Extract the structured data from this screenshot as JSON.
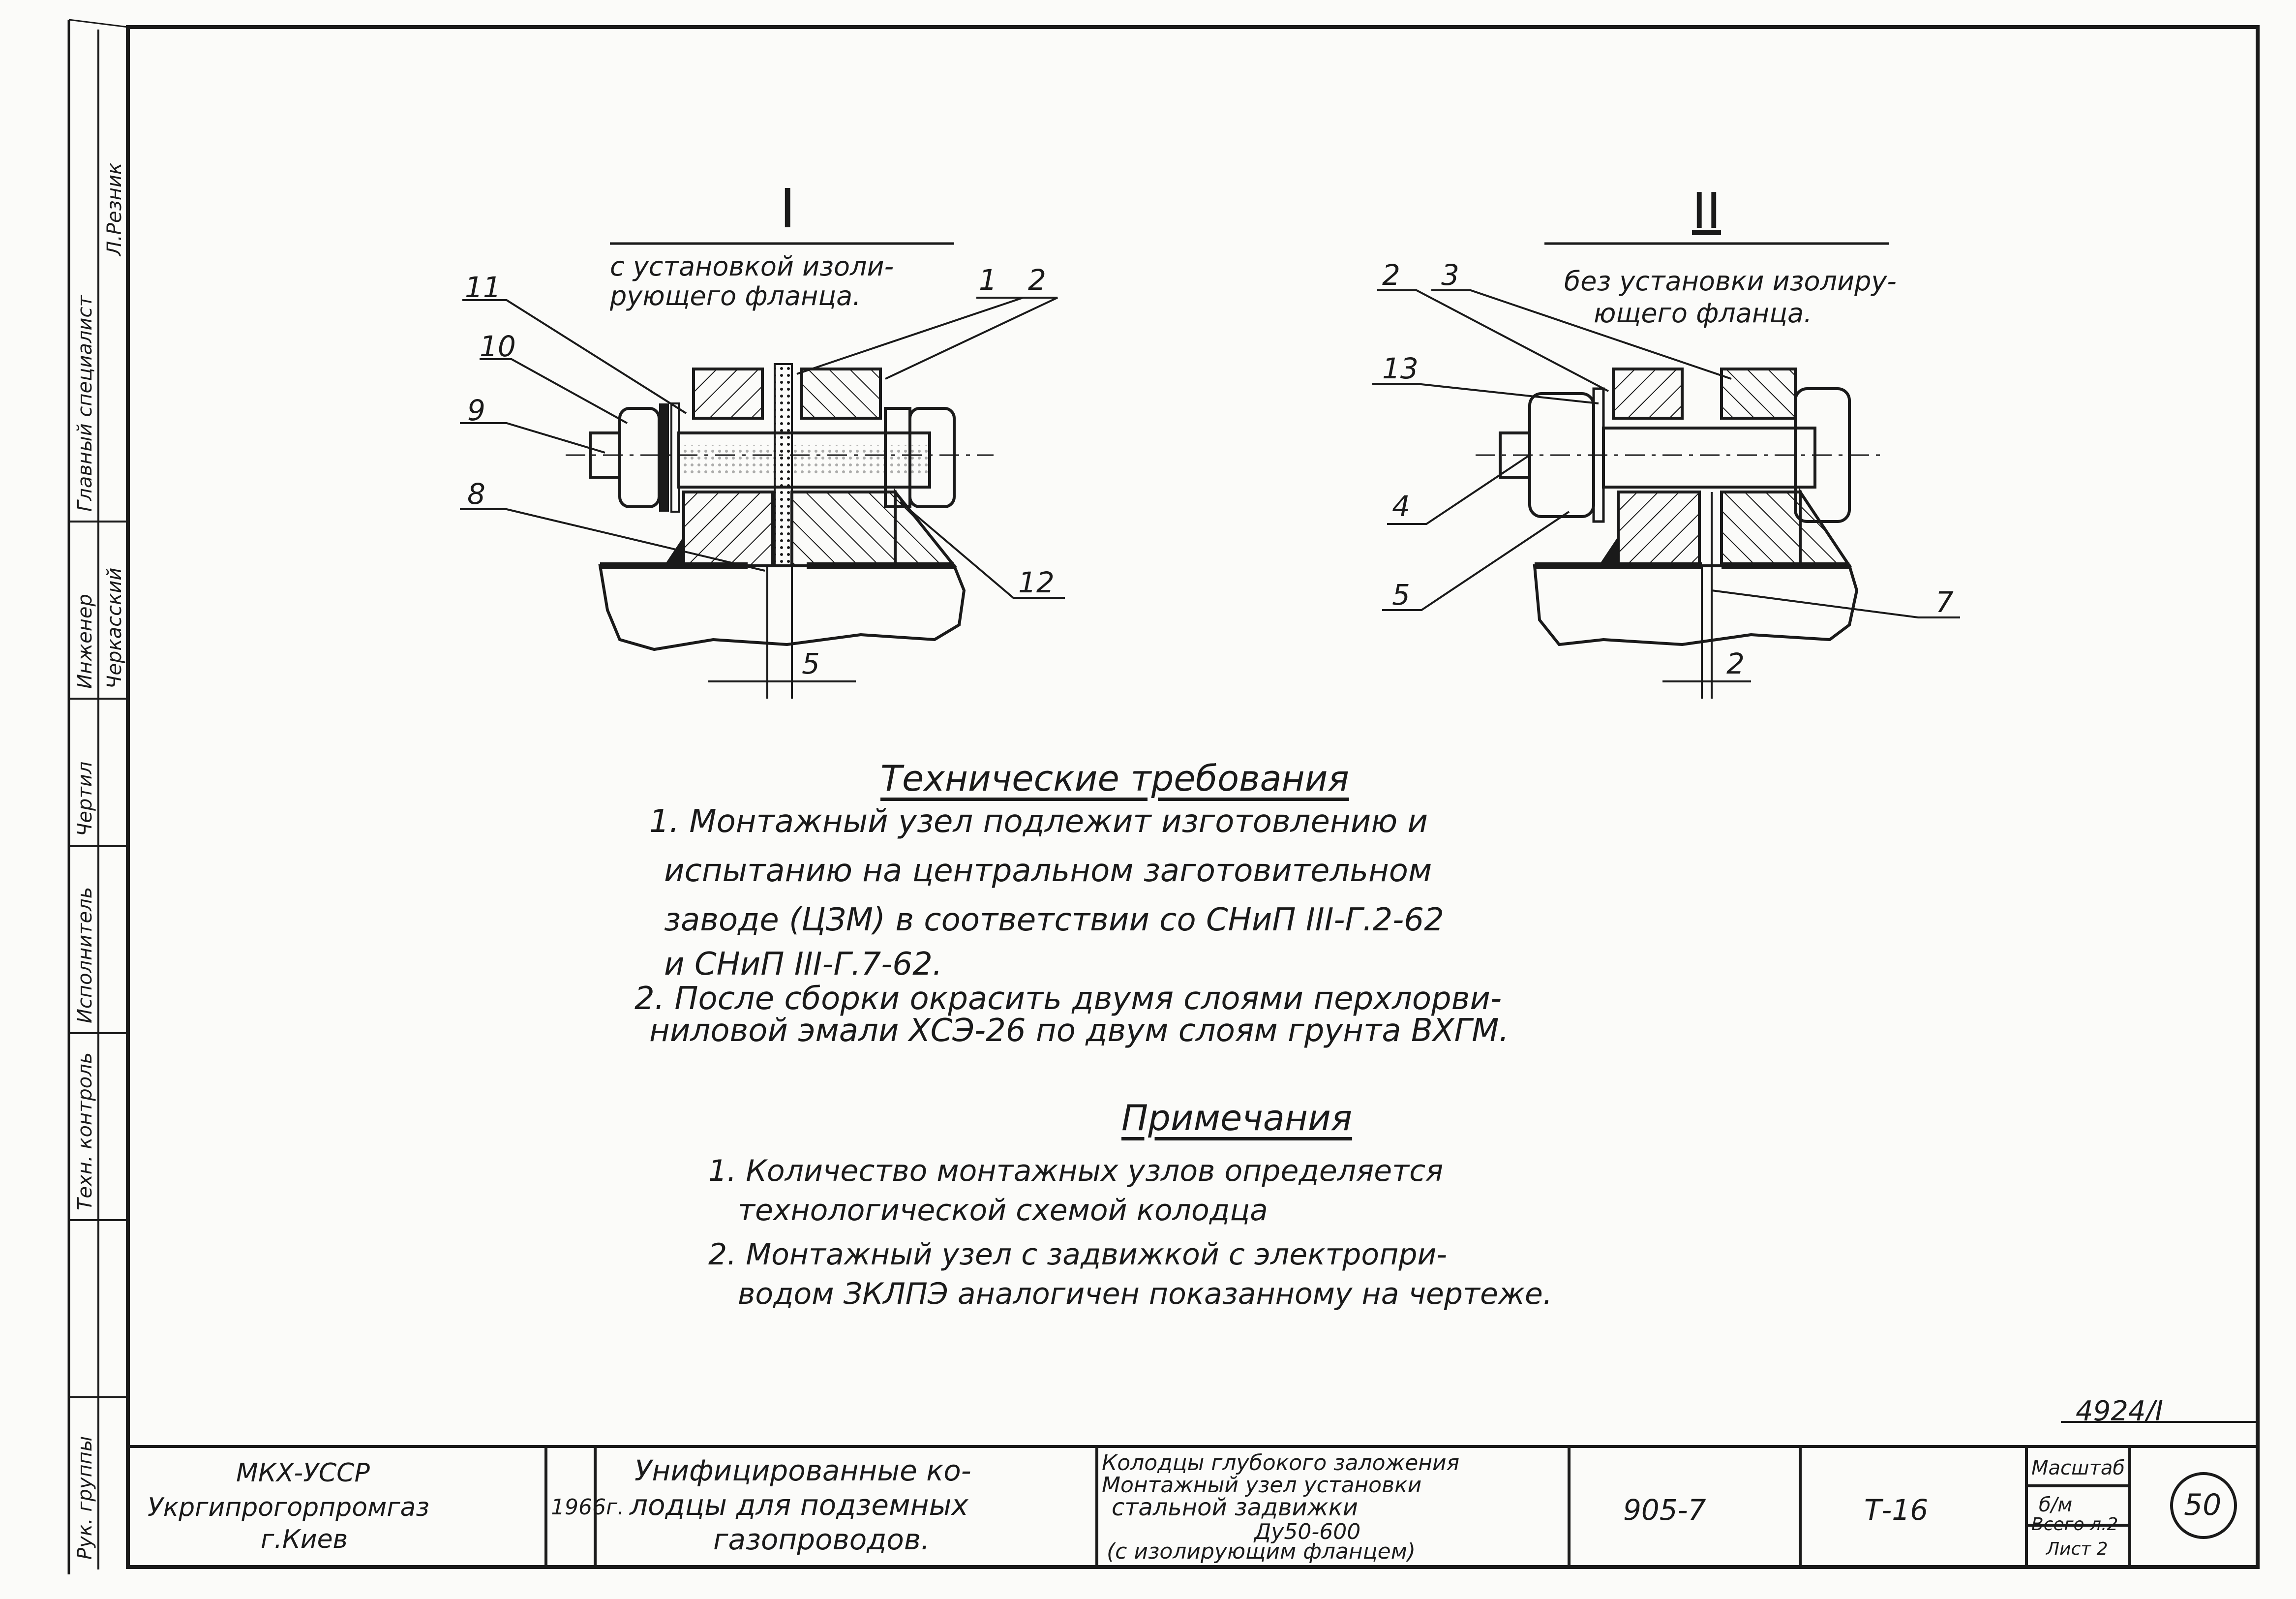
{
  "views": {
    "view1": {
      "roman": "I",
      "caption_line1": "с установкой изоли-",
      "caption_line2": "рующего фланца.",
      "leaders": [
        "11",
        "1",
        "2",
        "10",
        "9",
        "8",
        "12"
      ],
      "dim": "5"
    },
    "view2": {
      "roman": "II",
      "caption_line1": "без установки изолиру-",
      "caption_line2": "ющего фланца.",
      "leaders": [
        "2",
        "3",
        "13",
        "4",
        "5",
        "7"
      ],
      "dim": "2"
    }
  },
  "requirements": {
    "title": "Технические требования",
    "lines": [
      "1. Монтажный узел подлежит изготовлению и",
      "испытанию на центральном заготовительном",
      "заводе (ЦЗМ) в соответствии со СНиП III-Г.2-62",
      "и СНиП III-Г.7-62.",
      "2. После сборки окрасить двумя слоями перхлорви-",
      "ниловой эмали ХСЭ-26 по двум слоям грунта ВХГМ."
    ]
  },
  "notes": {
    "title": "Примечания",
    "lines": [
      "1. Количество монтажных узлов определяется",
      "технологической схемой колодца",
      "2. Монтажный узел с задвижкой с электропри-",
      "водом ЗКЛПЭ аналогичен показанному на чертеже."
    ]
  },
  "title_block": {
    "org_line1": "МКХ-УССР",
    "org_line2": "Укргипрогорпромгаз",
    "org_line3": "г.Киев",
    "year": "1966г.",
    "project_line1": "Унифицированные ко-",
    "project_line2": "лодцы для подземных",
    "project_line3": "газопроводов.",
    "sheet_title_line1": "Колодцы глубокого заложения",
    "sheet_title_line2": "Монтажный узел установки",
    "sheet_title_line3": "стальной задвижки",
    "sheet_title_line4": "Ду50-600",
    "sheet_title_line5": "(с изолирующим фланцем)",
    "series": "905-7",
    "sheet_code": "Т-16",
    "scale_label": "Масштаб",
    "scale_value": "б/м",
    "total_sheets": "Всего л.2",
    "sheet_no": "Лист 2",
    "album": "4924/I",
    "page": "50"
  },
  "side_stamp": {
    "r1": "Главный специалист",
    "r1_name": "Л.Резник",
    "r2": "Инженер",
    "r2_name": "Черкасский",
    "r3": "Чертил",
    "r4": "Исполнитель",
    "r5": "Техн. контроль",
    "r6": "Рук. группы"
  },
  "colors": {
    "ink": "#1a1a1a",
    "paper": "#fbfbf9"
  }
}
